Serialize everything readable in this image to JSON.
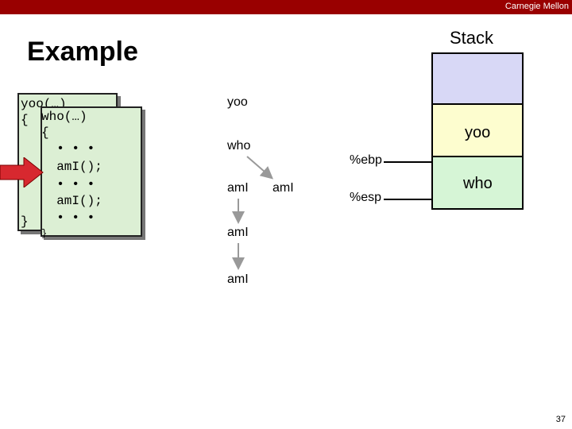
{
  "header": {
    "brand": "Carnegie Mellon"
  },
  "slide": {
    "title": "Example",
    "page_number": "37"
  },
  "stack": {
    "title": "Stack",
    "frames": [
      {
        "label": "",
        "color": "#d8d8f6"
      },
      {
        "label": "yoo",
        "color": "#fdfdcf"
      },
      {
        "label": "who",
        "color": "#d6f5d6"
      }
    ],
    "ebp_label": "%ebp",
    "esp_label": "%esp"
  },
  "code": {
    "yoo_lines": [
      "yoo(…)",
      "{",
      "",
      "",
      "",
      "",
      "",
      "}"
    ],
    "who_lines": [
      "who(…)",
      "{",
      "  • • •",
      "  amI();",
      "  • • •",
      "  amI();",
      "  • • •",
      "}"
    ]
  },
  "call_tree": {
    "yoo": "yoo",
    "who": "who",
    "ami_1": "amI",
    "ami_2": "amI",
    "ami_3": "amI",
    "ami_4": "amI"
  },
  "colors": {
    "brand_bar": "#990000",
    "current_arrow": "#d7282f",
    "code_card": "#dcefd4"
  }
}
